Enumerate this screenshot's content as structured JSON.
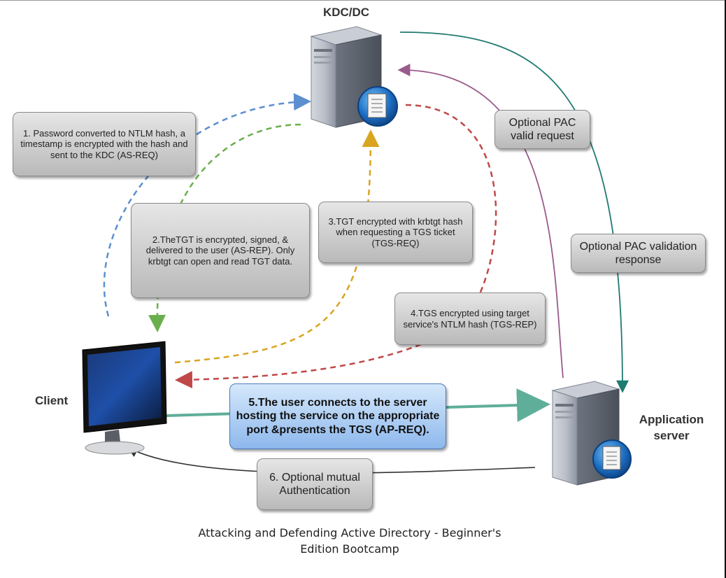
{
  "nodes": {
    "kdc": {
      "title": "KDC/DC",
      "icon": "server-icon"
    },
    "client": {
      "title": "Client",
      "icon": "monitor-icon"
    },
    "app_server": {
      "title_line1": "Application",
      "title_line2": "server",
      "icon": "server-icon"
    }
  },
  "steps": {
    "step1": "1. Password converted to NTLM hash, a timestamp is encrypted with the hash and sent to the KDC (AS-REQ)",
    "step2": "2.TheTGT is encrypted, signed, & delivered to the user (AS-REP). Only krbtgt can open and read TGT data.",
    "step3": "3.TGT encrypted with krbtgt hash when requesting a TGS ticket (TGS-REQ)",
    "step4": "4.TGS encrypted using target service's NTLM hash (TGS-REP)",
    "step5": "5.The user connects to the server hosting the service on the appropriate port &presents the TGS (AP-REQ).",
    "step6": "6. Optional mutual Authentication",
    "pac_request": "Optional PAC valid request",
    "pac_response": "Optional PAC validation response"
  },
  "caption": {
    "line1": "Attacking and Defending Active Directory - Beginner's",
    "line2": "Edition Bootcamp"
  },
  "colors": {
    "step1": "#5b8fd0",
    "step2": "#6aaf4e",
    "step3": "#d9a520",
    "step4": "#c04848",
    "step5": "#5fae9a",
    "pac_request": "#9a5a8c",
    "pac_response": "#1f7a70",
    "step6": "#333333"
  }
}
